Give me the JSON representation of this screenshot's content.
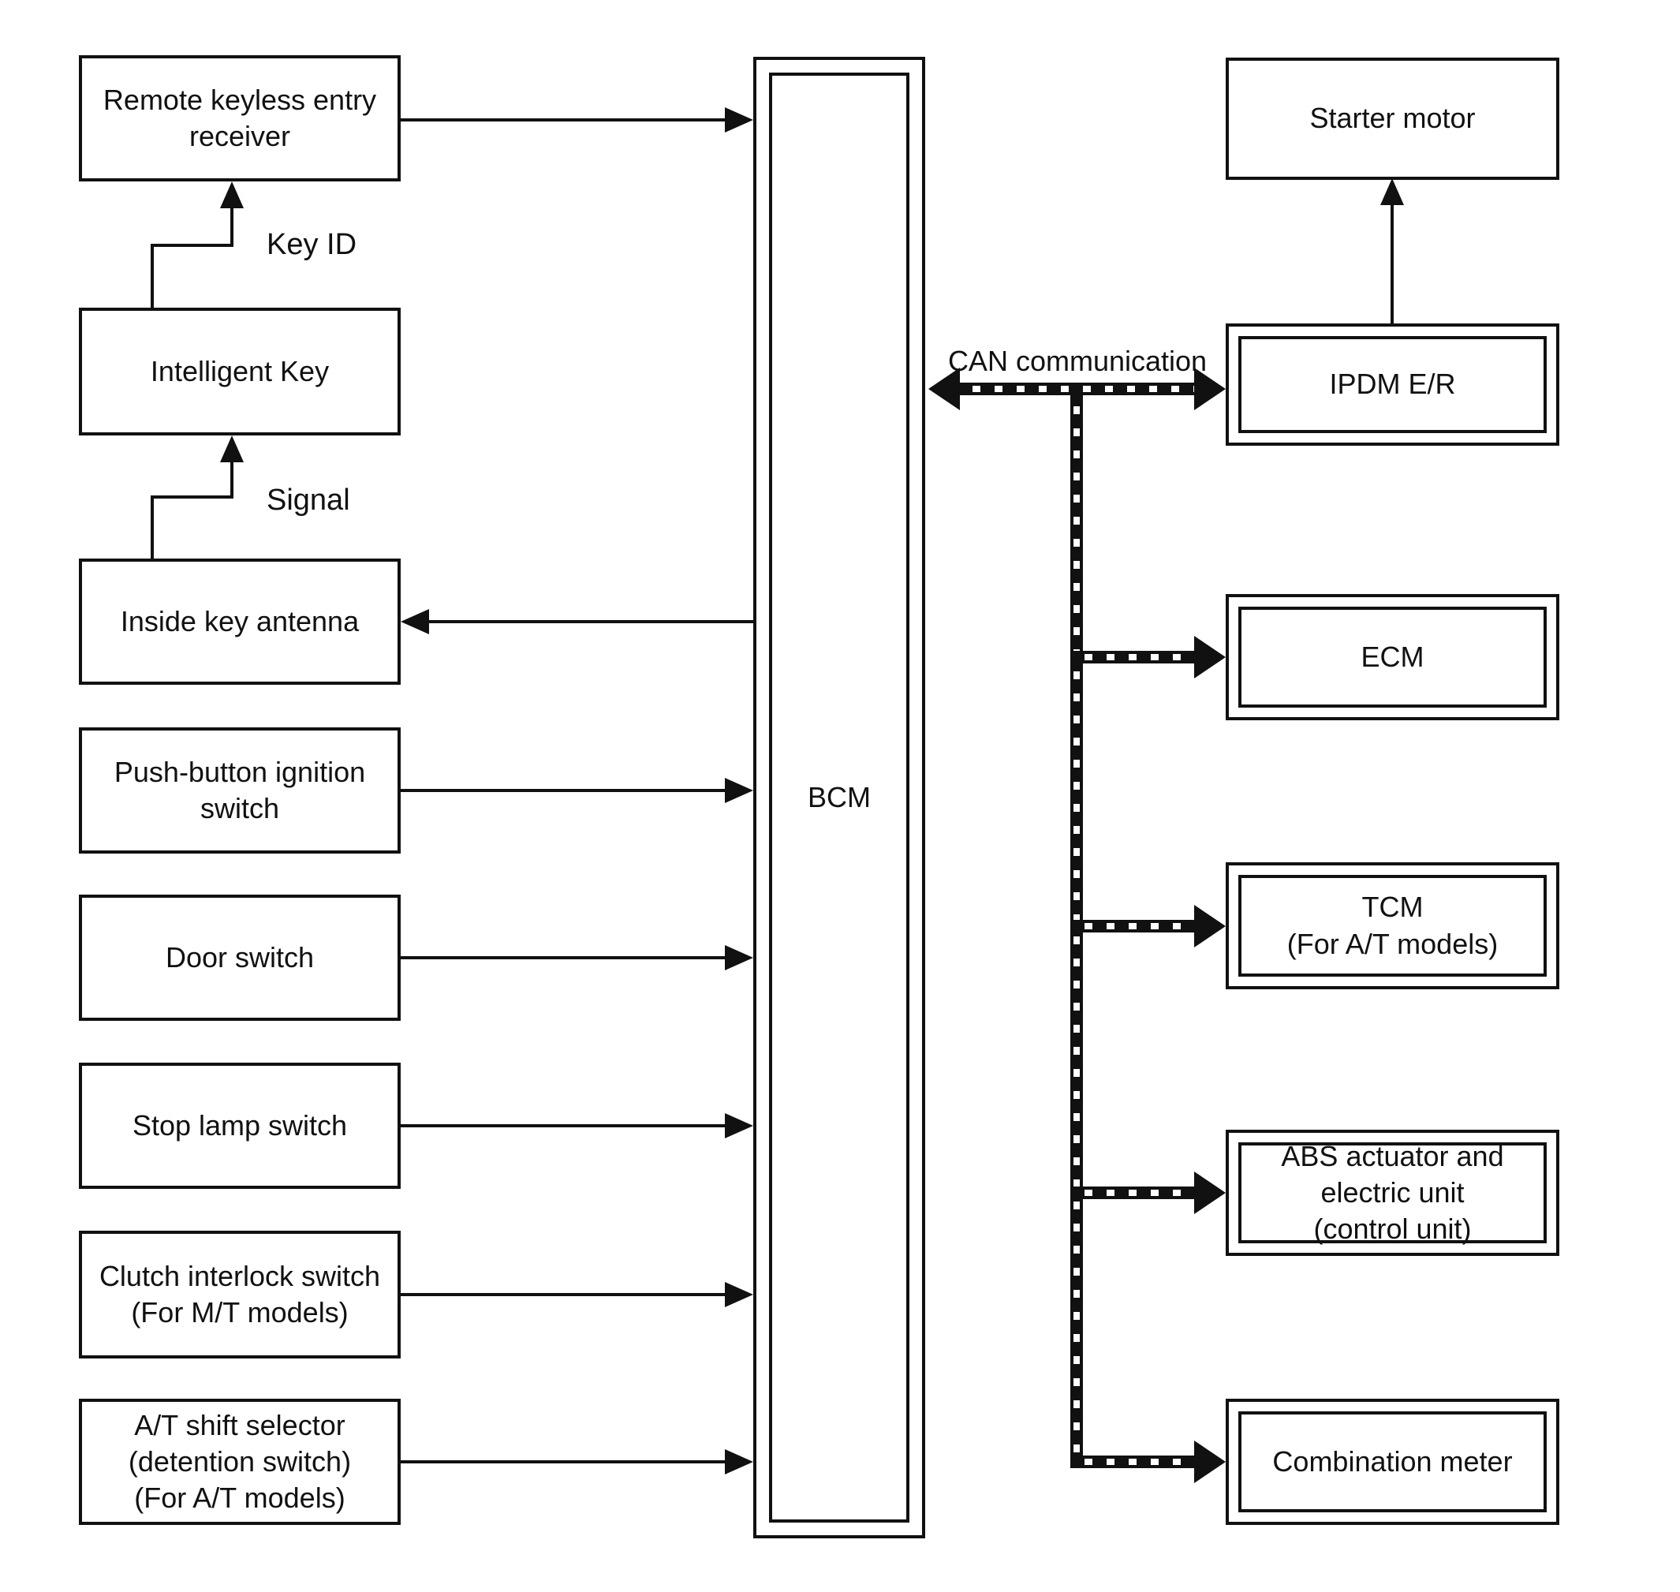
{
  "boxes": {
    "left": [
      {
        "label": "Remote keyless entry\nreceiver"
      },
      {
        "label": "Intelligent Key"
      },
      {
        "label": "Inside key antenna"
      },
      {
        "label": "Push-button ignition\nswitch"
      },
      {
        "label": "Door switch"
      },
      {
        "label": "Stop lamp switch"
      },
      {
        "label": "Clutch interlock switch\n(For M/T models)"
      },
      {
        "label": "A/T shift selector\n(detention switch)\n(For A/T models)"
      }
    ],
    "center": {
      "label": "BCM"
    },
    "right": [
      {
        "label": "Starter motor"
      },
      {
        "label": "IPDM E/R"
      },
      {
        "label": "ECM"
      },
      {
        "label": "TCM\n(For A/T models)"
      },
      {
        "label": "ABS actuator and\nelectric unit\n(control unit)"
      },
      {
        "label": "Combination meter"
      }
    ]
  },
  "annotations": {
    "key_id": "Key ID",
    "signal": "Signal",
    "can": "CAN communication"
  },
  "colors": {
    "line": "#111111",
    "background": "#ffffff"
  }
}
